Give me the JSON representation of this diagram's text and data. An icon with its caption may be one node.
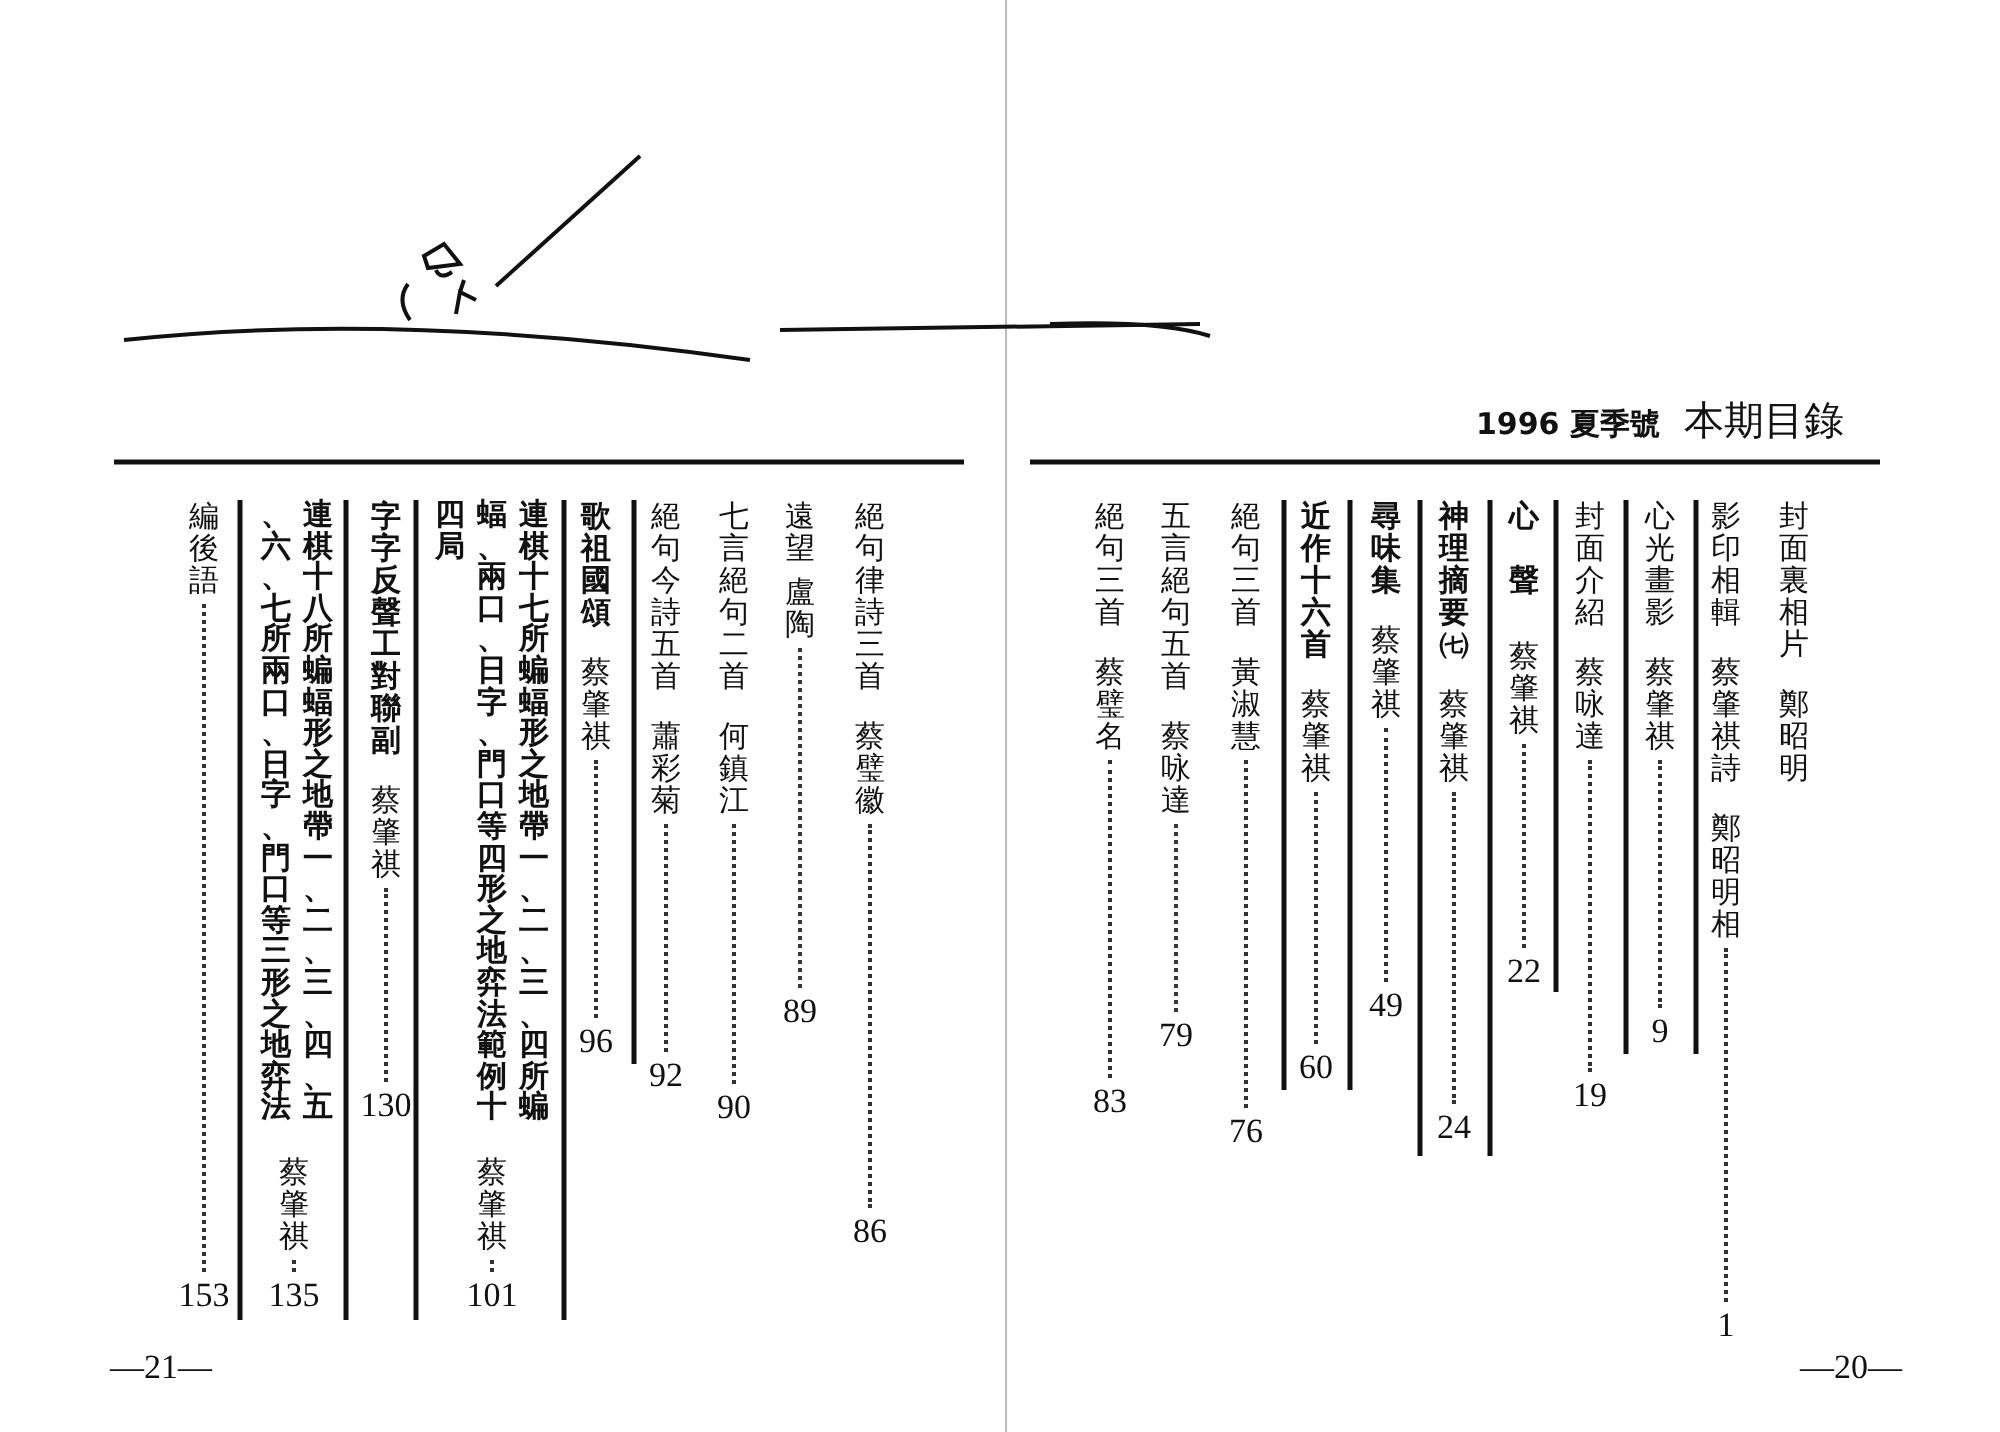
{
  "diagram": {
    "title": "本期目錄",
    "labels": [
      "1996 夏季號",
      "封面裏相片",
      "鄭昭明",
      "影印相輯",
      "蔡肇祺詩",
      "鄭昭明相",
      "1",
      "心光畫影",
      "蔡肇祺",
      "9",
      "封面介紹",
      "蔡咏達",
      "19",
      "心聲",
      "蔡肇祺",
      "22",
      "神理摘要㈦",
      "蔡肇祺",
      "24",
      "尋味集",
      "蔡肇祺",
      "49",
      "近作十六首",
      "蔡肇祺",
      "60",
      "絕句三首",
      "黃淑慧",
      "76",
      "五言絕句五首",
      "蔡咏達",
      "79",
      "絕句三首",
      "蔡璧名",
      "83",
      "—20—",
      "絕句律詩三首",
      "蔡璧徽",
      "86",
      "遠望",
      "盧陶",
      "89",
      "七言絕句二首",
      "何鎮江",
      "90",
      "絕句今詩五首",
      "蕭彩菊",
      "92",
      "歌祖國頌",
      "蔡肇祺",
      "96",
      "連棋十七所蝙蝠形之地帶一、二、三、四所蝙蝠、兩口、日字、門口等四形之地弈法範例十四局",
      "蔡肇祺",
      "101",
      "字字反聲工對聯副",
      "蔡肇祺",
      "130",
      "連棋十八所蝙蝠形之地帶一、二、三、四、五、六、七所兩口、日字、門口等三形之地弈法",
      "蔡肇祺",
      "135",
      "編後語",
      "153",
      "—21—"
    ]
  }
}
